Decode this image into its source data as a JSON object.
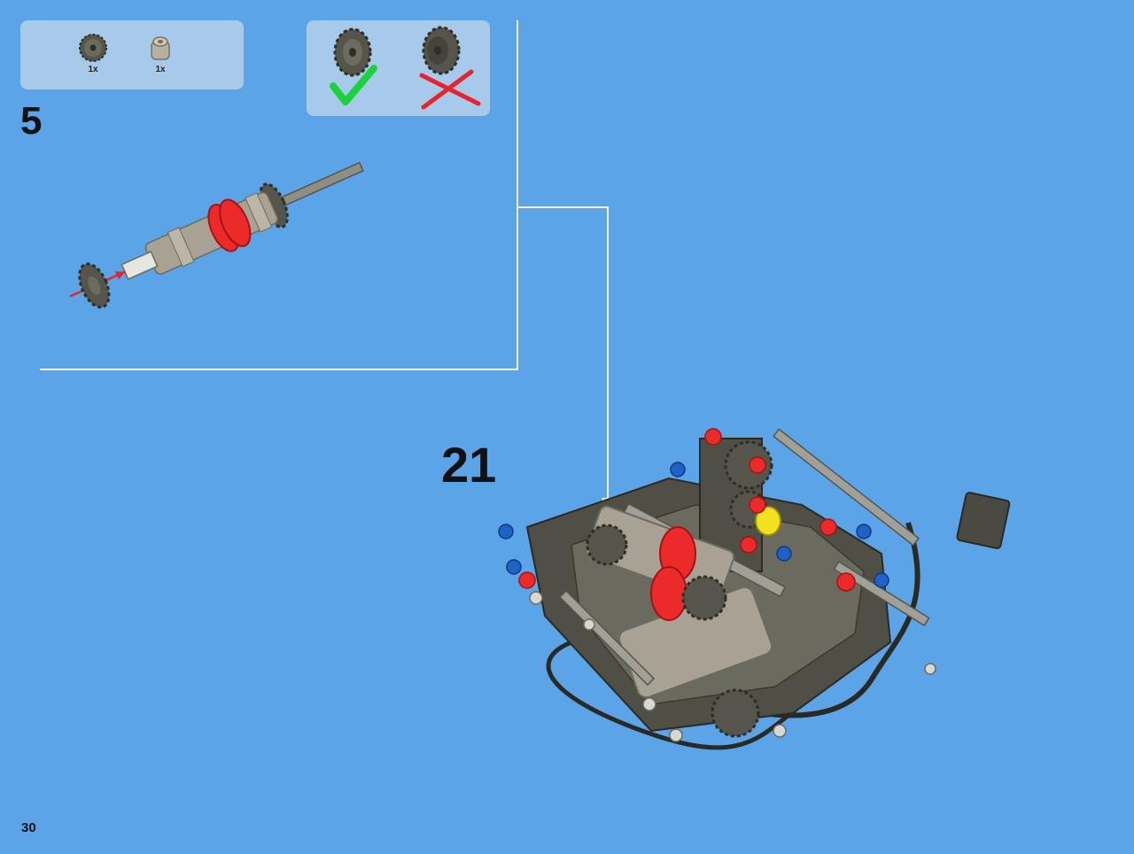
{
  "parts_list": {
    "items": [
      {
        "icon": "gear-16-tooth-icon",
        "quantity": "1x"
      },
      {
        "icon": "axle-connector-icon",
        "quantity": "1x"
      }
    ]
  },
  "orientation_tip": {
    "correct_icon": "checkmark-icon",
    "wrong_icon": "cross-icon",
    "correct_color": "#18d43a",
    "wrong_color": "#e8232b"
  },
  "substep": {
    "number": "5"
  },
  "step": {
    "number": "21"
  },
  "page": {
    "number": "30"
  },
  "colors": {
    "background": "#5ca4e8",
    "panel": "#a7c9ea",
    "callout_line": "#f4f2d8",
    "dark_gray": "#4f4f45",
    "tan": "#a8a294",
    "red": "#ec2a2a",
    "blue": "#1e62c8",
    "yellow": "#f2e21e"
  }
}
